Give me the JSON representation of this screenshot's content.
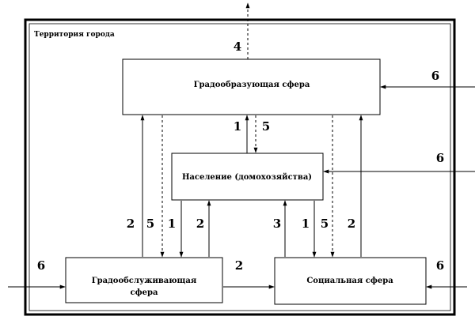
{
  "territory": {
    "label": "Территория города"
  },
  "boxes": {
    "city_forming": {
      "label": "Градообразующая сфера"
    },
    "population": {
      "label": "Население (домохозяйства)"
    },
    "city_serving": {
      "label_line1": "Градообслуживающая",
      "label_line2": "сфера"
    },
    "social": {
      "label": "Социальная сфера"
    }
  },
  "numbers": {
    "top_out": "4",
    "right_city_forming": "6",
    "right_population": "6",
    "left_city_serving": "6",
    "right_social": "6",
    "pop_up_1": "1",
    "pop_up_5": "5",
    "left_col_2": "2",
    "left_col_5": "5",
    "left_col_1": "1",
    "left_col_2b": "2",
    "right_col_3": "3",
    "right_col_1": "1",
    "right_col_5": "5",
    "right_col_2": "2",
    "bottom_mid_2": "2"
  }
}
